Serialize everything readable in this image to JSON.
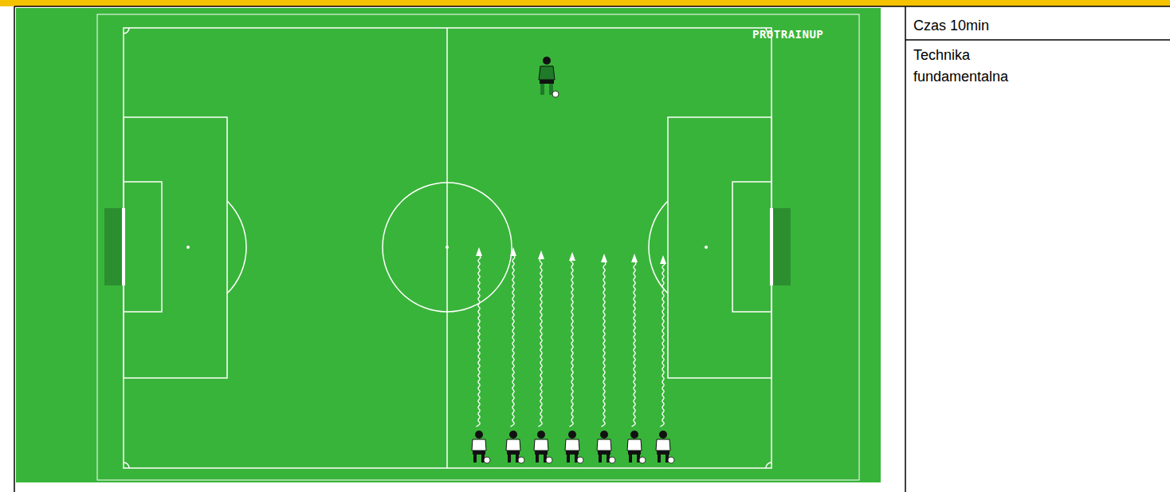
{
  "diagram": {
    "labels": [
      "PROTRAINUP",
      "Czas 10min",
      "Technika fundamentalna"
    ]
  }
}
